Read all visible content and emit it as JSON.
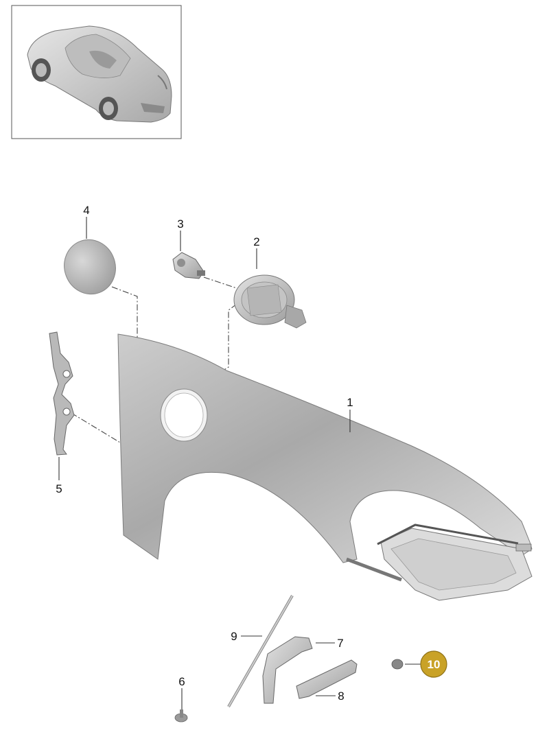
{
  "diagram": {
    "thumbnail": {
      "label": "vehicle-thumbnail"
    },
    "callouts": [
      {
        "id": "1",
        "text": "1",
        "highlighted": false
      },
      {
        "id": "2",
        "text": "2",
        "highlighted": false
      },
      {
        "id": "3",
        "text": "3",
        "highlighted": false
      },
      {
        "id": "4",
        "text": "4",
        "highlighted": false
      },
      {
        "id": "5",
        "text": "5",
        "highlighted": false
      },
      {
        "id": "6",
        "text": "6",
        "highlighted": false
      },
      {
        "id": "7",
        "text": "7",
        "highlighted": false
      },
      {
        "id": "8",
        "text": "8",
        "highlighted": false
      },
      {
        "id": "9",
        "text": "9",
        "highlighted": false
      },
      {
        "id": "10",
        "text": "10",
        "highlighted": true
      }
    ],
    "colors": {
      "highlight_badge": "#c9a227",
      "highlight_badge_border": "#8f7218",
      "part_fill": "#cfcfcf",
      "part_stroke": "#6b6b6b"
    }
  }
}
